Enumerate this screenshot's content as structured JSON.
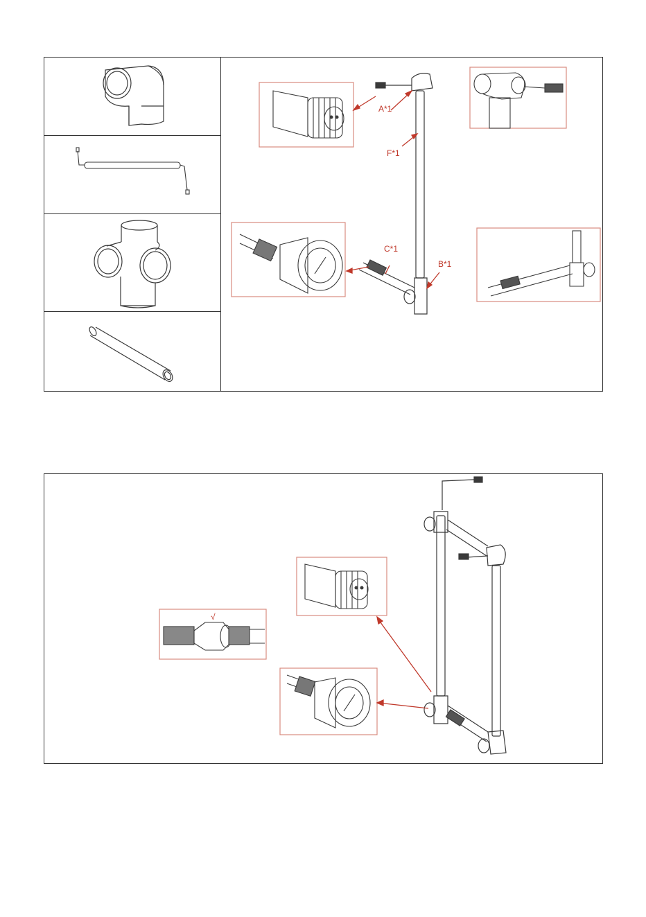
{
  "step1": {
    "callouts": {
      "a": "A*1",
      "f": "F*1",
      "c": "C*1",
      "b": "B*1"
    }
  },
  "step2": {
    "callouts": {
      "check": "√"
    }
  },
  "colors": {
    "line": "#3a3a3a",
    "accent": "#c0392b",
    "detail_border": "#d98b80"
  },
  "parts": [
    {
      "icon": "elbow-connector-icon"
    },
    {
      "icon": "wire-rod-icon"
    },
    {
      "icon": "cross-connector-icon"
    },
    {
      "icon": "straight-pipe-icon"
    }
  ]
}
